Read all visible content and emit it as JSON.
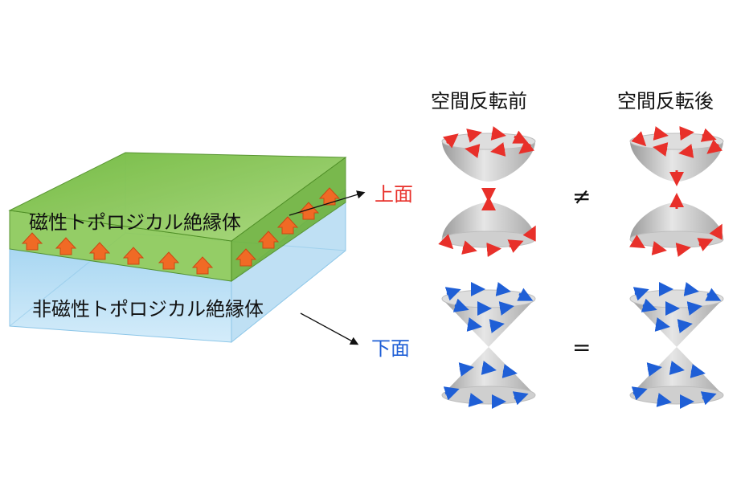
{
  "labels": {
    "magnetic_ti": "磁性トポロジカル絶縁体",
    "nonmagnetic_ti": "非磁性トポロジカル絶縁体",
    "top_surface": "上面",
    "bottom_surface": "下面",
    "before_inversion": "空間反転前",
    "after_inversion": "空間反転後",
    "not_equal": "≠",
    "equal": "="
  },
  "colors": {
    "top_accent": "#e8302a",
    "bottom_accent": "#1f5fd6",
    "magnetic_layer": "#7cc04a",
    "nonmagnetic_block": "#bfe3f7",
    "spin_arrow": "#f06a25",
    "cone": "#c8c8c8"
  },
  "icons": [
    "up-arrow-icon",
    "spin-arrow-icon",
    "pointer-arrow-icon"
  ]
}
